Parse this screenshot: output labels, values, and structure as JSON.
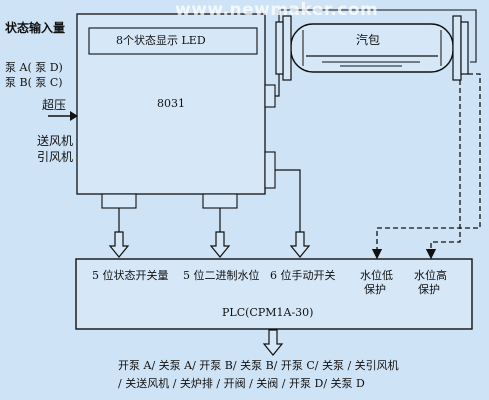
{
  "watermark": "www.newmaker.com",
  "status_input_label": "状态输入量",
  "pump_a_label": "泵 A( 泵 D)",
  "pump_b_label": "泵 B( 泵 C)",
  "overpressure_label": "超压",
  "blower_label": "送风机",
  "induced_fan_label": "引风机",
  "mcu": {
    "label": "8031",
    "led_label": "8个状态显示 LED"
  },
  "drum_label": "汽包",
  "plc": {
    "label": "PLC(CPM1A-30)",
    "inputs": {
      "switch5": "5 位状态开关量",
      "binary5": "5 位二进制水位",
      "manual6": "6 位手动开关",
      "low_level_line1": "水位低",
      "low_level_line2": "保护",
      "high_level_line1": "水位高",
      "high_level_line2": "保护"
    }
  },
  "outputs": {
    "line1": "开泵 A/ 关泵 A/ 开泵 B/ 关泵 B/ 开泵 C/ 关泵 / 关引风机",
    "line2": "/ 关送风机 / 关炉排 / 开阀 / 关阀 / 开泵 D/ 关泵 D"
  },
  "colors": {
    "background": "#cfe3f6",
    "line": "#111111",
    "box_fill": "#d6e7f7"
  }
}
